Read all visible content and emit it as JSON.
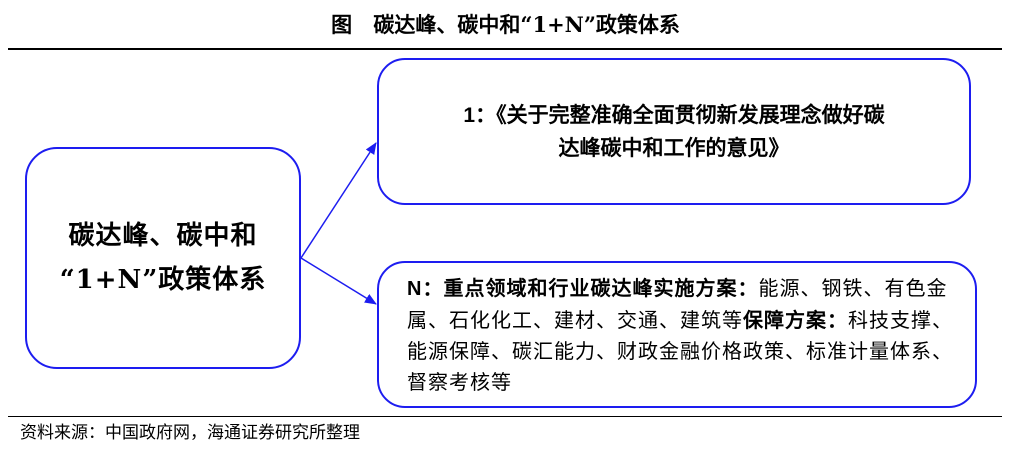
{
  "header": {
    "title_prefix": "图",
    "title_text": "碳达峰、碳中和“1+N”政策体系"
  },
  "center_box": {
    "line1": "碳达峰、碳中和",
    "line2": "“1+N”政策体系"
  },
  "box_one": {
    "prefix": "1",
    "sep": "：",
    "line1": "《关于完整准确全面贯彻新发展理念做好碳",
    "line2": "达峰碳中和工作的意见》"
  },
  "box_n": {
    "prefix": "N",
    "sep": "：",
    "heading1": "重点领域和行业碳达峰实施方案：",
    "body1": "能源、钢铁、有色金属、石化化工、建材、交通、建筑等",
    "heading2": "保障方案：",
    "body2": "科技支撑、能源保障、碳汇能力、财政金融价格政策、标准计量体系、督察考核等"
  },
  "footer": {
    "source": "资料来源：中国政府网，海通证券研究所整理"
  },
  "colors": {
    "box_border": "#1d1df0",
    "arrow": "#1d1df0",
    "rule": "#000000"
  }
}
